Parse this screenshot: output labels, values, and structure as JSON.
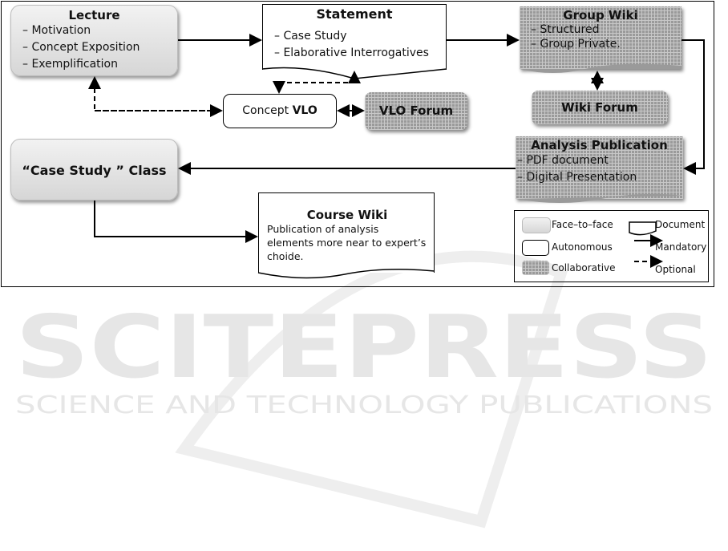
{
  "lecture": {
    "title": "Lecture",
    "items": [
      "– Motivation",
      "– Concept Exposition",
      "– Exemplification"
    ]
  },
  "statement": {
    "title": "Statement",
    "items": [
      "– Case Study",
      "– Elaborative Interrogatives"
    ]
  },
  "group_wiki": {
    "title": "Group Wiki",
    "items": [
      "–  Structured",
      "– Group Private."
    ]
  },
  "concept_vlo": {
    "prefix": "Concept ",
    "bold": "VLO"
  },
  "vlo_forum": {
    "title": "VLO Forum"
  },
  "wiki_forum": {
    "title": "Wiki Forum"
  },
  "analysis": {
    "title": "Analysis Publication",
    "items": [
      "– PDF document",
      "– Digital Presentation"
    ]
  },
  "case_study": {
    "title": "“Case Study ” Class"
  },
  "course_wiki": {
    "title": "Course Wiki",
    "text": "Publication of analysis elements more near to expert’s choide."
  },
  "legend": {
    "face": "Face–to–face",
    "auto": "Autonomous",
    "coll": "Collaborative",
    "document": "Document",
    "mandatory": "Mandatory",
    "optional": "Optional"
  },
  "watermark": {
    "main": "SCITEPRESS",
    "sub": "SCIENCE AND TECHNOLOGY PUBLICATIONS"
  }
}
